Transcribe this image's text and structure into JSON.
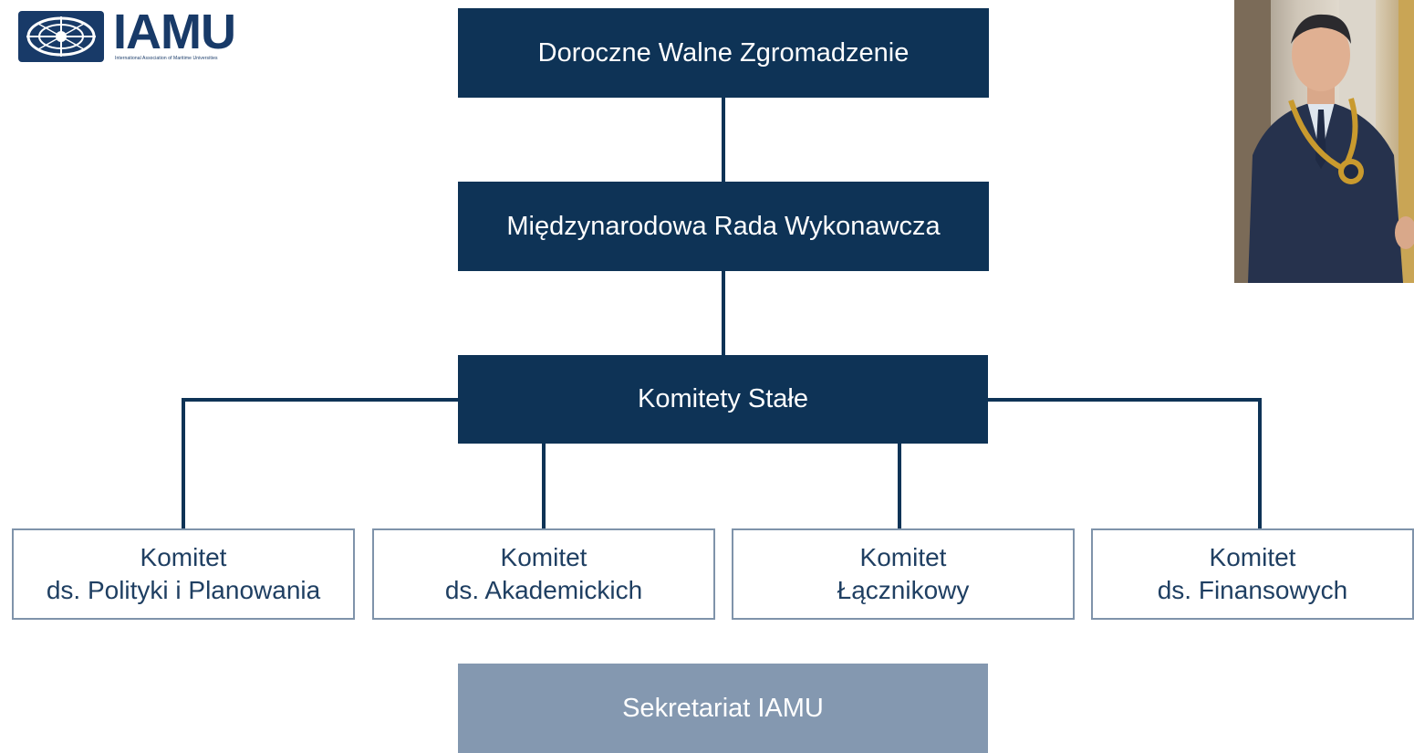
{
  "logo": {
    "text": "IAMU",
    "tagline": "International Association of Maritime Universities"
  },
  "org_chart": {
    "level1": "Doroczne Walne Zgromadzenie",
    "level2": "Międzynarodowa Rada Wykonawcza",
    "level3": "Komitety Stałe",
    "committees": [
      {
        "line1": "Komitet",
        "line2": "ds. Polityki i Planowania"
      },
      {
        "line1": "Komitet",
        "line2": "ds. Akademickich"
      },
      {
        "line1": "Komitet",
        "line2": "Łącznikowy"
      },
      {
        "line1": "Komitet",
        "line2": "ds. Finansowych"
      }
    ],
    "secretariat": "Sekretariat IAMU"
  },
  "colors": {
    "dark_box": "#0e3356",
    "connector": "#0e3356",
    "light_box_border": "#7f93aa",
    "muted_box": "#8498b0"
  }
}
